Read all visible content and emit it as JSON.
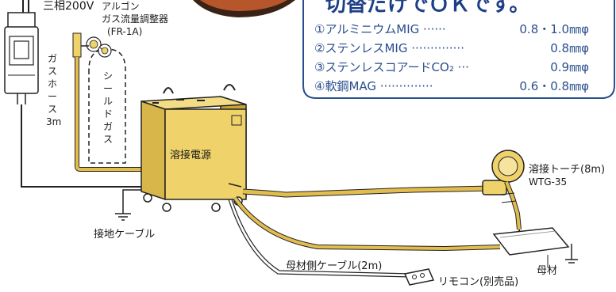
{
  "power_label": "三相200V",
  "regulator": {
    "line1": "アルゴン",
    "line2": "ガス流量調整器",
    "line3": "(FR-1A)"
  },
  "gas_hose": {
    "chars": [
      "ガ",
      "ス",
      "ホ",
      "ー",
      "ス"
    ],
    "length": "3m"
  },
  "shield_gas": {
    "chars": [
      "シ",
      "ー",
      "ル",
      "ド",
      "ガ",
      "ス"
    ]
  },
  "power_source_label": "溶接電源",
  "torch": {
    "name": "溶接トーチ(8m)",
    "model": "WTG-35"
  },
  "ground_cable_label": "接地ケーブル",
  "base_metal_label": "母材",
  "base_cable_label": "母材側ケーブル(2m)",
  "remote_label": "リモコン(別売品)",
  "info_box": {
    "heading": "切替だけでＯＫです。",
    "items": [
      {
        "name": "①アルミニウムMIG ······",
        "value": "0.8・1.0㎜φ"
      },
      {
        "name": "②ステンレスMIG ··············",
        "value": "0.8㎜φ"
      },
      {
        "name": "③ステンレスコアードCO₂ ···",
        "value": "0.9㎜φ"
      },
      {
        "name": "④軟鋼MAG ··············",
        "value": "0.6・0.8㎜φ"
      }
    ]
  },
  "colors": {
    "machine": "#efd36a",
    "machine_shade": "#c9a537",
    "cable": "#e2bd4e",
    "box_border": "#2a4f8c",
    "text_blue": "#2a4f8c"
  }
}
